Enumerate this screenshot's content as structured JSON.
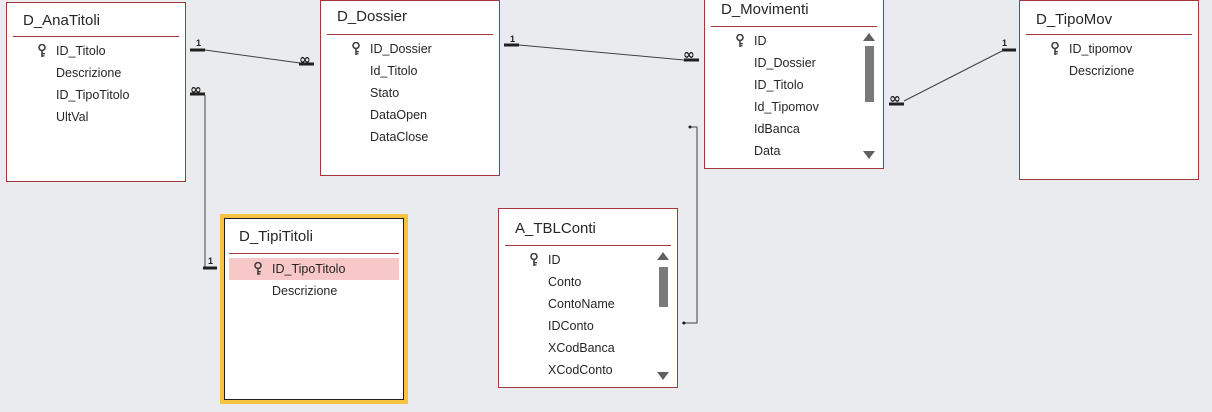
{
  "tables": {
    "anatitoli": {
      "title": "D_AnaTitoli",
      "fields": [
        {
          "name": "ID_Titolo",
          "key": true
        },
        {
          "name": "Descrizione",
          "key": false
        },
        {
          "name": "ID_TipoTitolo",
          "key": false
        },
        {
          "name": "UltVal",
          "key": false
        }
      ]
    },
    "dossier": {
      "title": "D_Dossier",
      "fields": [
        {
          "name": "ID_Dossier",
          "key": true
        },
        {
          "name": "Id_Titolo",
          "key": false
        },
        {
          "name": "Stato",
          "key": false
        },
        {
          "name": "DataOpen",
          "key": false
        },
        {
          "name": "DataClose",
          "key": false
        }
      ]
    },
    "movimenti": {
      "title": "D_Movimenti",
      "fields": [
        {
          "name": "ID",
          "key": true
        },
        {
          "name": "ID_Dossier",
          "key": false
        },
        {
          "name": "ID_Titolo",
          "key": false
        },
        {
          "name": "Id_Tipomov",
          "key": false
        },
        {
          "name": "IdBanca",
          "key": false
        },
        {
          "name": "Data",
          "key": false
        }
      ]
    },
    "tipomov": {
      "title": "D_TipoMov",
      "fields": [
        {
          "name": "ID_tipomov",
          "key": true
        },
        {
          "name": "Descrizione",
          "key": false
        }
      ]
    },
    "tipititoli": {
      "title": "D_TipiTitoli",
      "fields": [
        {
          "name": "ID_TipoTitolo",
          "key": true
        },
        {
          "name": "Descrizione",
          "key": false
        }
      ]
    },
    "tblconti": {
      "title": "A_TBLConti",
      "fields": [
        {
          "name": "ID",
          "key": true
        },
        {
          "name": "Conto",
          "key": false
        },
        {
          "name": "ContoName",
          "key": false
        },
        {
          "name": "IDConto",
          "key": false
        },
        {
          "name": "XCodBanca",
          "key": false
        },
        {
          "name": "XCodConto",
          "key": false
        }
      ]
    }
  },
  "relationships": {
    "one_label": "1",
    "many_label": "∞"
  },
  "colors": {
    "border": "#a4373a",
    "selected_border": "#f5c242",
    "selected_field": "#f8c7c8",
    "background": "#e9ebee"
  }
}
